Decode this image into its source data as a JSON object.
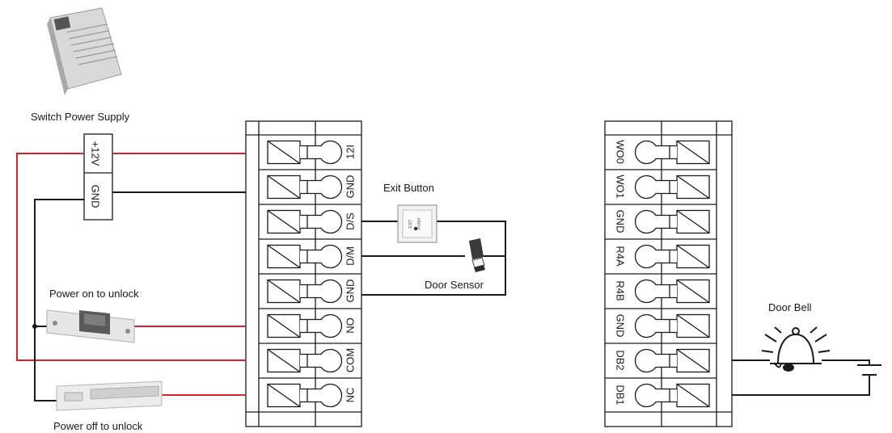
{
  "labels": {
    "power_supply": "Switch Power Supply",
    "exit_button": "Exit Button",
    "door_sensor": "Door Sensor",
    "lock_on": "Power on to unlock",
    "lock_off": "Power off to unlock",
    "door_bell": "Door Bell"
  },
  "psu_terminals": [
    "+12V",
    "GND"
  ],
  "left_terminals": [
    "12I",
    "GND",
    "D/S",
    "D/M",
    "GND",
    "NO",
    "COM",
    "NC"
  ],
  "right_terminals": [
    "WO0",
    "WO1",
    "GND",
    "R4A",
    "R4B",
    "GND",
    "DB2",
    "DB1"
  ],
  "exit_button_text": [
    "PUSH",
    "EXIT"
  ],
  "colors": {
    "wire_red": "#d9232a",
    "wire_black": "#1a1a1a",
    "device_gray": "#b0b0b0"
  }
}
